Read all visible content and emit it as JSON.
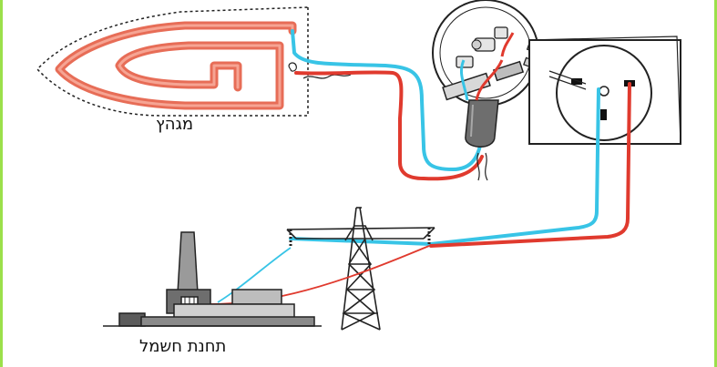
{
  "labels": {
    "iron": "מגהץ",
    "power_station": "תחנת חשמל"
  },
  "colors": {
    "phase_wire": "#e03a2e",
    "neutral_wire": "#38c4e6",
    "heating_coil": "#f07e6a",
    "frame_border": "#9be04a"
  },
  "icons": [
    "iron-outline",
    "heating-coil",
    "plug",
    "wall-socket",
    "transmission-tower",
    "power-station"
  ]
}
